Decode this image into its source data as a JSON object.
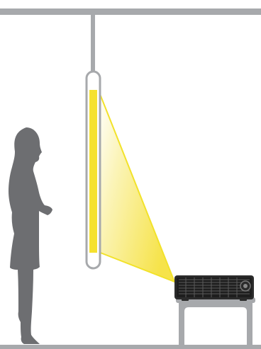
{
  "diagram": {
    "description_visible_text": "",
    "colors": {
      "structure_gray": "#a7a9ac",
      "silhouette_gray": "#6d6e71",
      "screen_yellow": "#f5e12f",
      "beam_yellow_edge": "#f2e22a",
      "projector_body": "#2b2b2b",
      "projector_grille": "#111111",
      "background": "#ffffff"
    },
    "elements": {
      "ceiling": "ceiling-bar",
      "floor": "floor-bar",
      "mount_pole": "ceiling-mount-pole",
      "screen_frame": "screen-frame",
      "screen_surface": "projection-screen",
      "light_beam": "projection-beam",
      "person": "person-silhouette",
      "projector": "projector-icon",
      "table": "projector-stand"
    }
  }
}
